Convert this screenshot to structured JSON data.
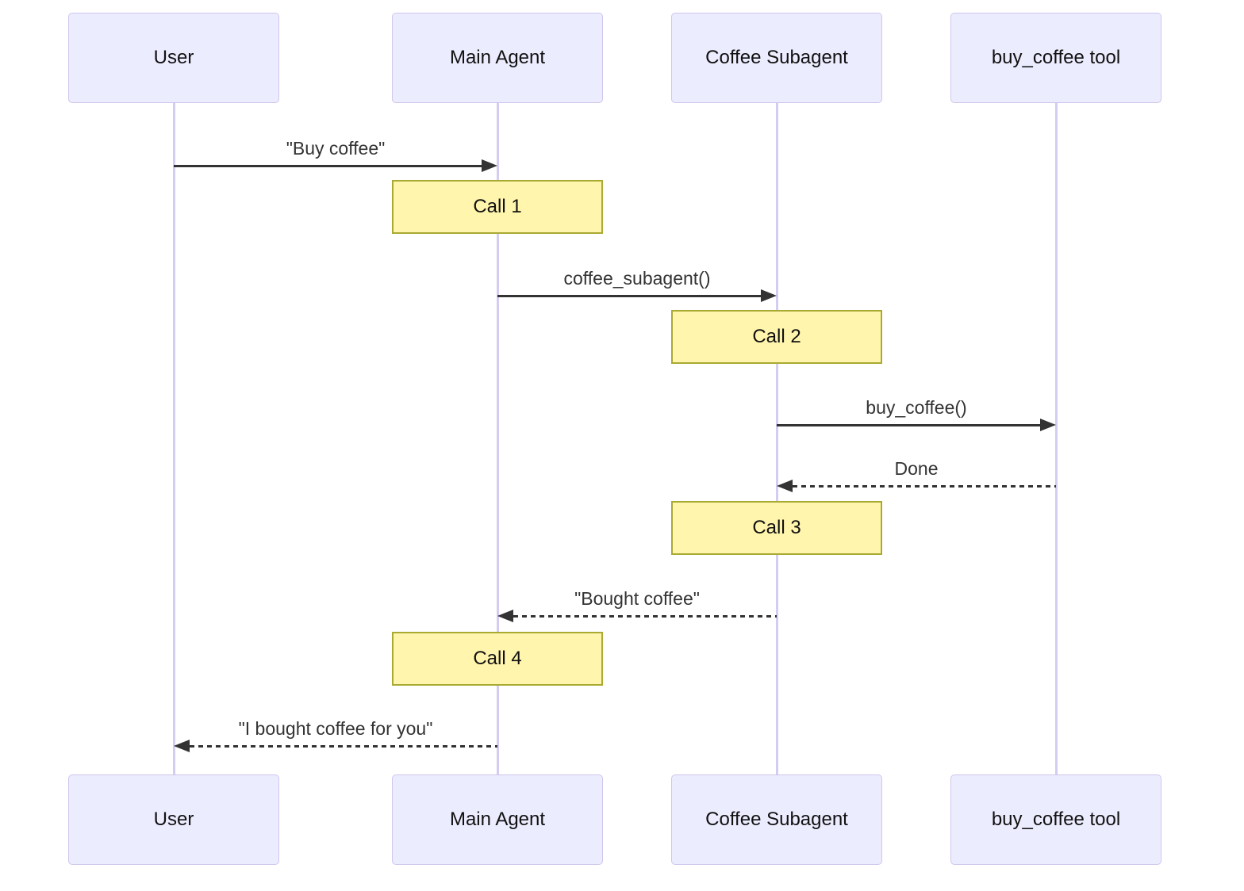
{
  "diagram": {
    "type": "sequence-diagram",
    "actors": [
      {
        "id": "user",
        "label": "User"
      },
      {
        "id": "main-agent",
        "label": "Main Agent"
      },
      {
        "id": "coffee-subagent",
        "label": "Coffee Subagent"
      },
      {
        "id": "buy-coffee-tool",
        "label": "buy_coffee tool"
      }
    ],
    "messages": [
      {
        "from": "User",
        "to": "Main Agent",
        "label": "\"Buy coffee\"",
        "line": "solid",
        "direction": "right"
      },
      {
        "from": "Main Agent",
        "to": "Coffee Subagent",
        "label": "coffee_subagent()",
        "line": "solid",
        "direction": "right"
      },
      {
        "from": "Coffee Subagent",
        "to": "buy_coffee tool",
        "label": "buy_coffee()",
        "line": "solid",
        "direction": "right"
      },
      {
        "from": "buy_coffee tool",
        "to": "Coffee Subagent",
        "label": "Done",
        "line": "dashed",
        "direction": "left"
      },
      {
        "from": "Coffee Subagent",
        "to": "Main Agent",
        "label": "\"Bought coffee\"",
        "line": "dashed",
        "direction": "left"
      },
      {
        "from": "Main Agent",
        "to": "User",
        "label": "\"I bought coffee for you\"",
        "line": "dashed",
        "direction": "left"
      }
    ],
    "activations": [
      {
        "on": "Main Agent",
        "label": "Call 1"
      },
      {
        "on": "Coffee Subagent",
        "label": "Call 2"
      },
      {
        "on": "Coffee Subagent",
        "label": "Call 3"
      },
      {
        "on": "Main Agent",
        "label": "Call 4"
      }
    ],
    "colors": {
      "actor_fill": "#ECECFF",
      "actor_border": "#CFC6EC",
      "lifeline": "#D5CCF1",
      "call_fill": "#FFF5AD",
      "call_border": "#AAAA33",
      "arrow": "#333333",
      "message_text": "#333333",
      "actor_text": "#111111"
    }
  }
}
